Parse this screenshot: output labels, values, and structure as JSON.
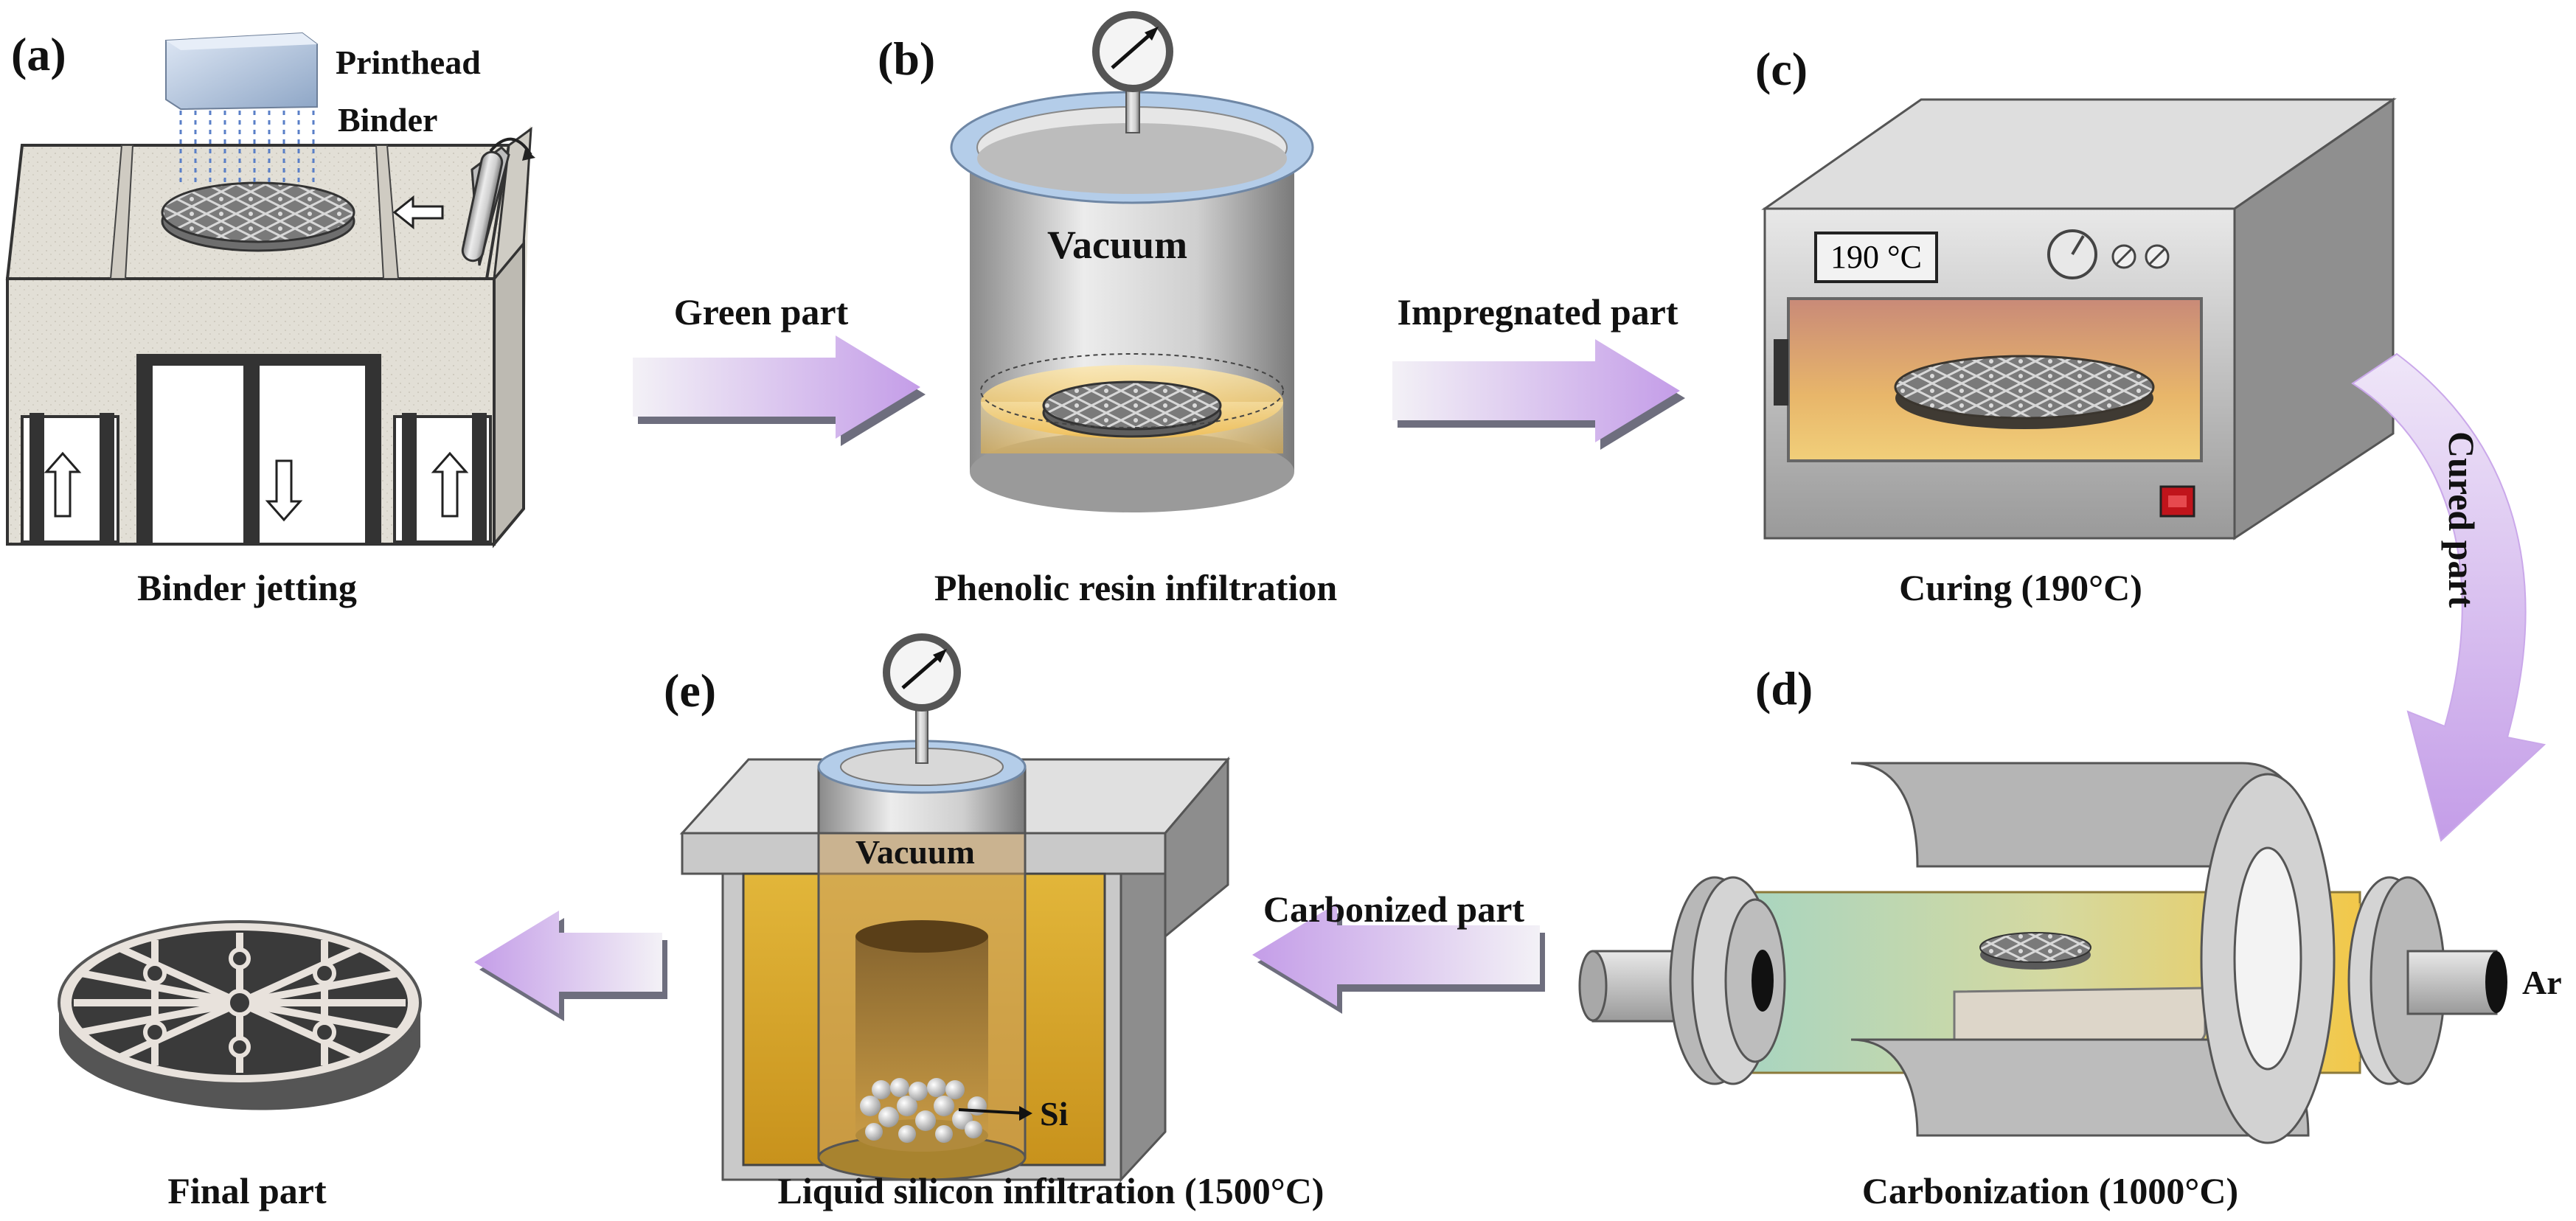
{
  "panels": {
    "a": {
      "letter": "(a)",
      "caption": "Binder jetting",
      "printhead_label": "Printhead",
      "binder_label": "Binder"
    },
    "b": {
      "letter": "(b)",
      "caption": "Phenolic resin infiltration",
      "vacuum_label": "Vacuum"
    },
    "c": {
      "letter": "(c)",
      "caption": "Curing (190°C)",
      "oven_display": "190 °C"
    },
    "d": {
      "letter": "(d)",
      "caption": "Carbonization (1000°C)",
      "gas_label": "Ar"
    },
    "e": {
      "letter": "(e)",
      "caption": "Liquid silicon infiltration (1500°C)",
      "vacuum_label": "Vacuum",
      "si_label": "Si"
    },
    "final": {
      "caption": "Final part"
    }
  },
  "flow": {
    "green_part": "Green part",
    "impregnated_part": "Impregnated part",
    "cured_part": "Cured part",
    "carbonized_part": "Carbonized part"
  },
  "colors": {
    "arrow_fill": "#c9a6ea",
    "arrow_light": "#f2ecfa",
    "metal_dark": "#7c7c7c",
    "metal_light": "#e6e6e6",
    "resin": "#f1c35a",
    "tube_yellow": "#f4cf55",
    "tube_green": "#b9d6b2",
    "oven_glow": "#e9a66a",
    "rim_blue": "#a8c4e2"
  }
}
